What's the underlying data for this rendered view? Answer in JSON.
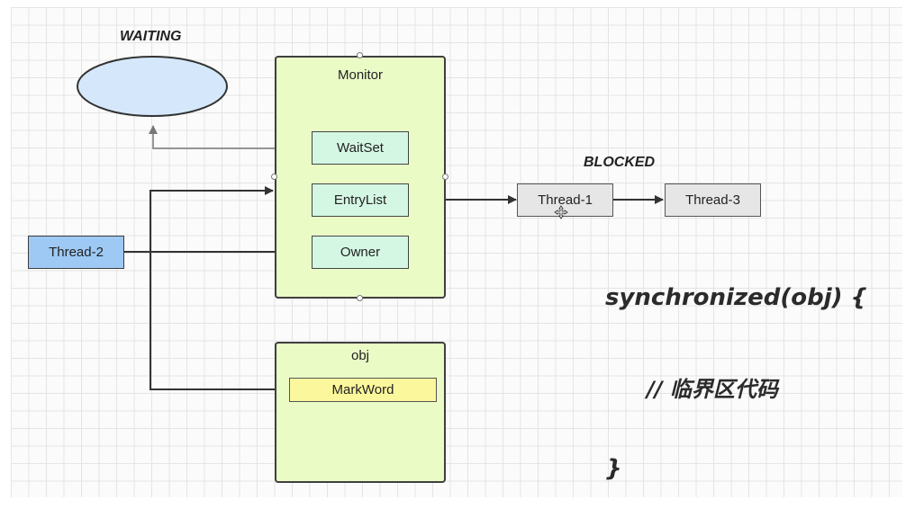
{
  "labels": {
    "waiting": "WAITING",
    "blocked": "BLOCKED"
  },
  "monitor": {
    "title": "Monitor",
    "wait_set": "WaitSet",
    "entry_list": "EntryList",
    "owner": "Owner"
  },
  "obj": {
    "title": "obj",
    "mark_word": "MarkWord"
  },
  "threads": {
    "thread_2": "Thread-2",
    "thread_1": "Thread-1",
    "thread_3": "Thread-3"
  },
  "code": {
    "line1": "synchronized(obj) {",
    "line2": "// 临界区代码",
    "line3": "}"
  },
  "colors": {
    "container_fill": "#eafbc6",
    "inner_box_fill": "#d4f7e3",
    "waiting_ellipse_fill": "#d5e8fb",
    "thread2_fill": "#9ec9f4",
    "blocked_thread_fill": "#e6e6e6",
    "markword_fill": "#fbf79c"
  },
  "icons": [
    "move-cursor-icon"
  ]
}
